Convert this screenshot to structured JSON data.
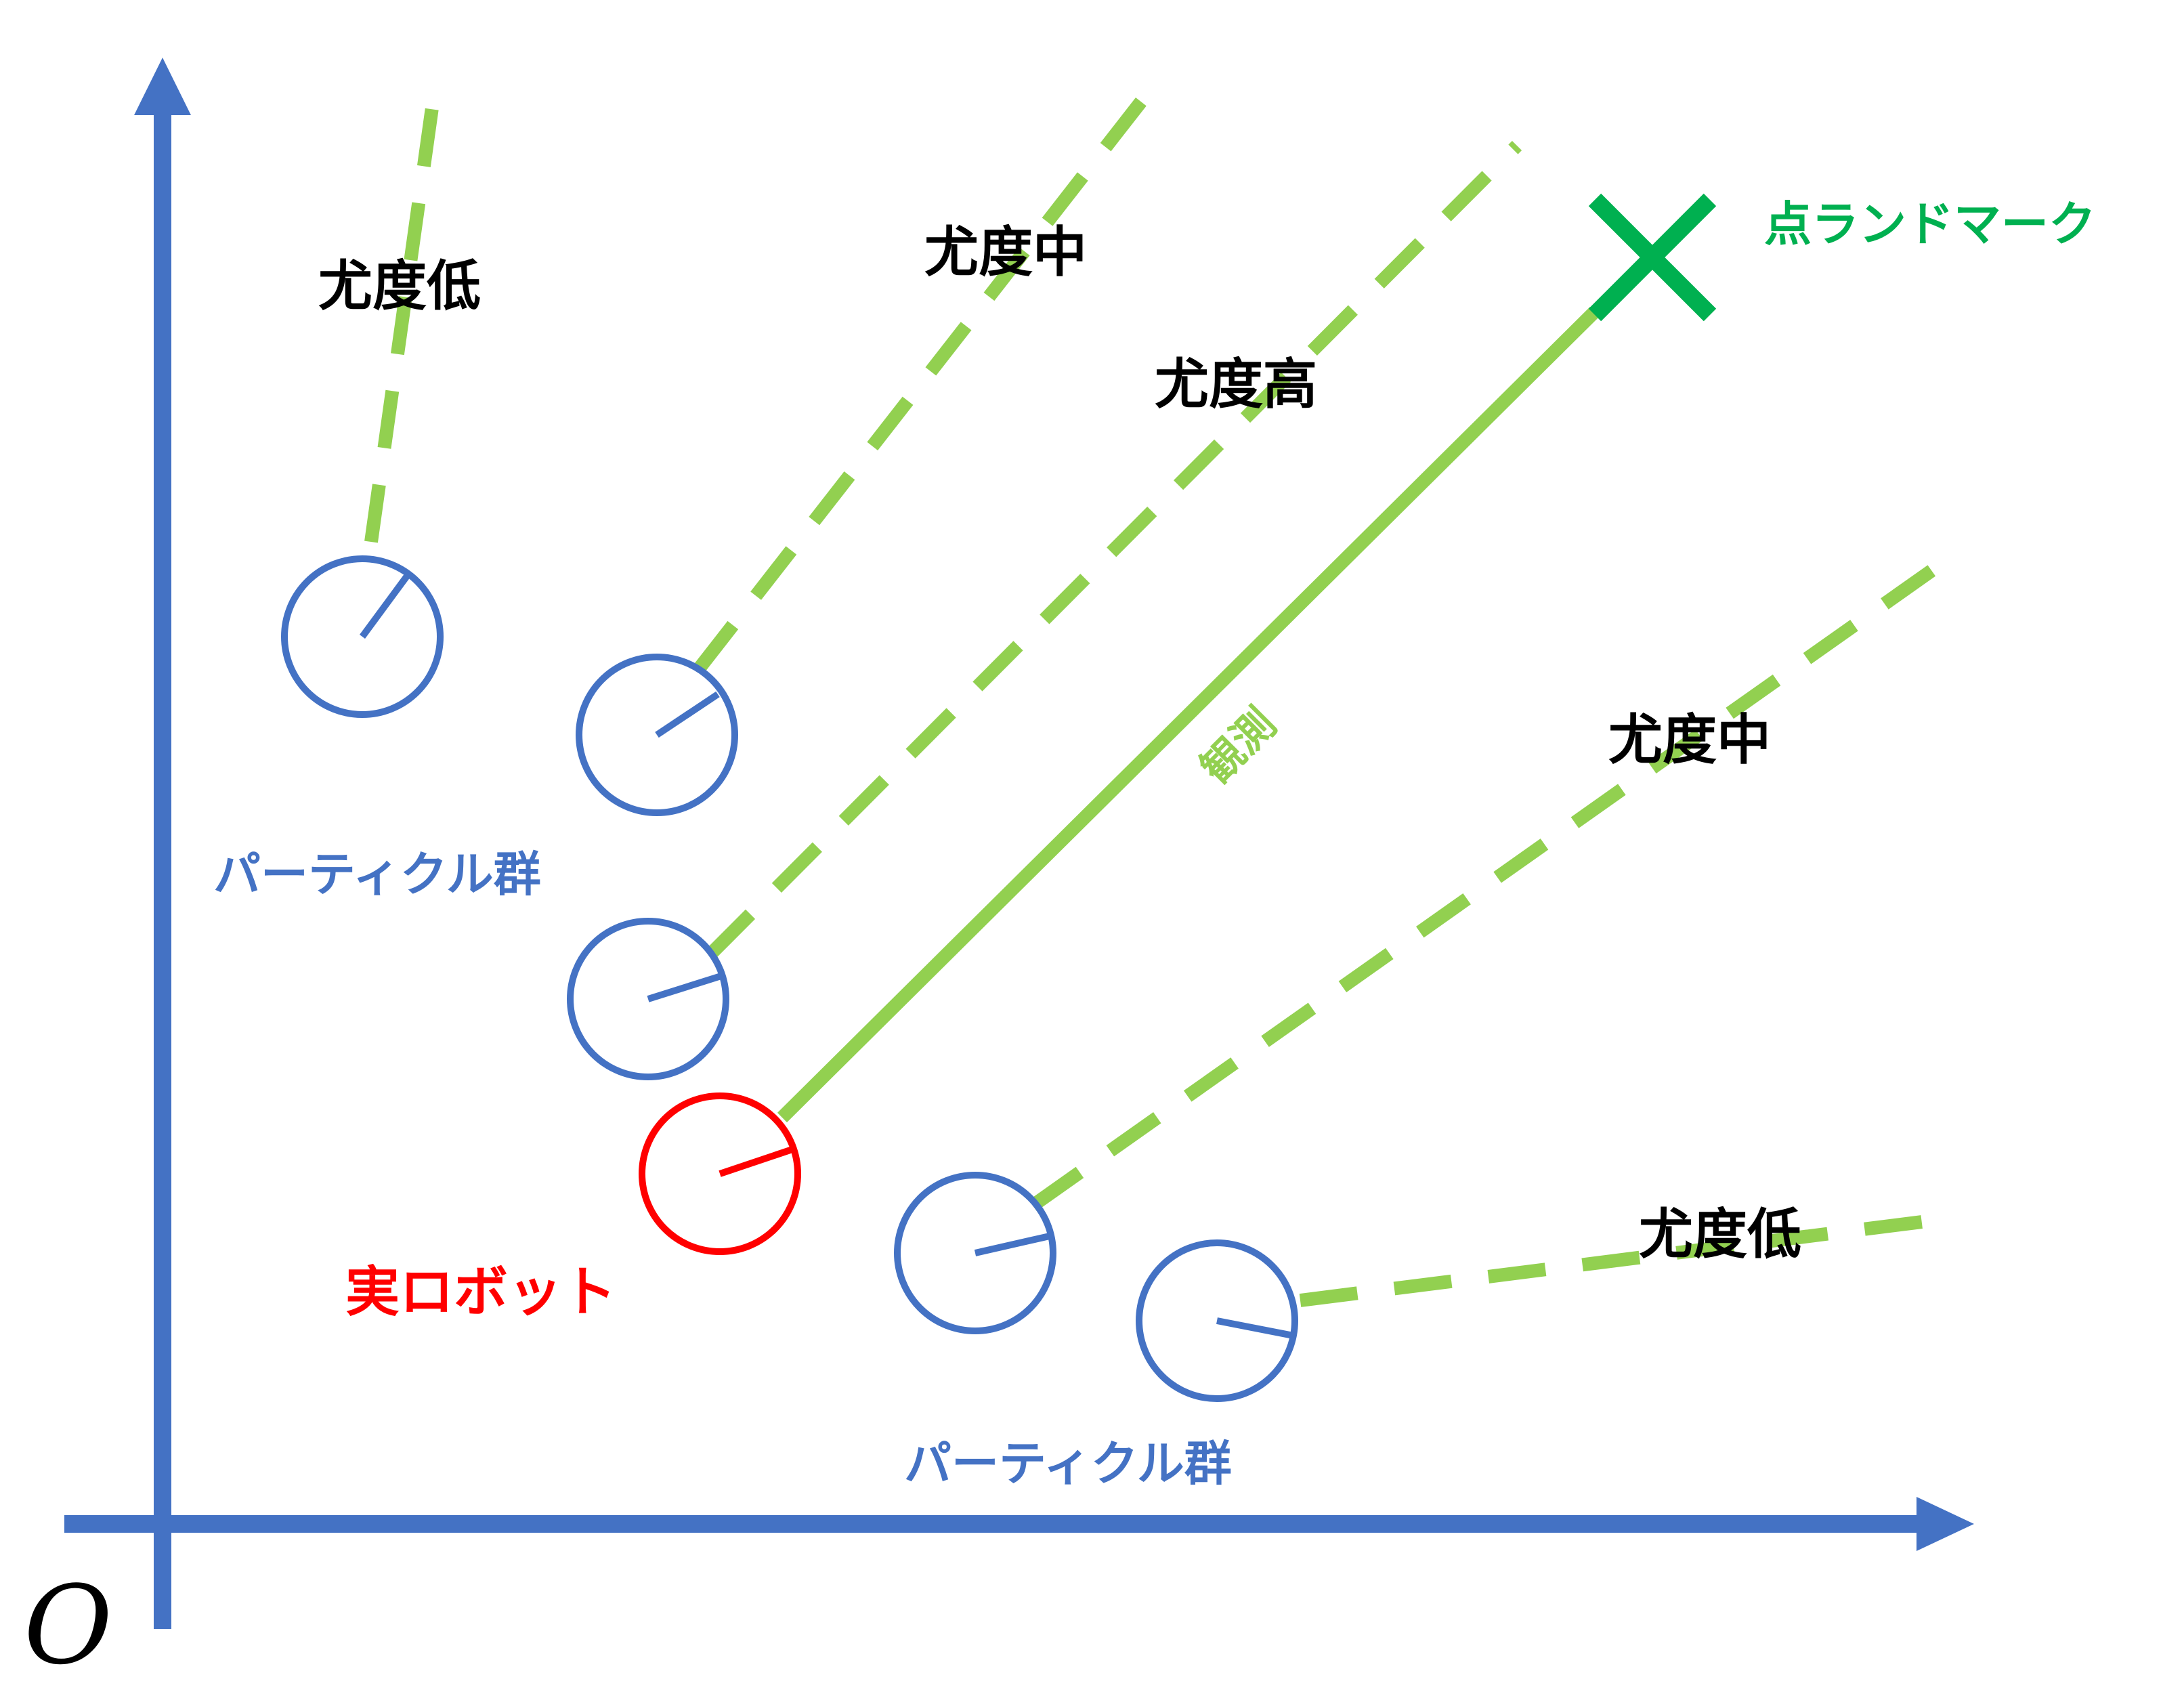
{
  "labels": {
    "origin": "O",
    "landmark": "点ランドマーク",
    "observation": "観測",
    "real_robot": "実ロボット",
    "particles_upper": "パーティクル群",
    "particles_lower": "パーティクル群",
    "lik_low_top": "尤度低",
    "lik_mid_top": "尤度中",
    "lik_high": "尤度高",
    "lik_mid_right": "尤度中",
    "lik_low_right": "尤度低"
  },
  "colors": {
    "axis": "#4472C4",
    "particle": "#4472C4",
    "robot": "#FF0000",
    "observation": "#92D050",
    "landmark": "#00B050",
    "text": "#000000"
  }
}
